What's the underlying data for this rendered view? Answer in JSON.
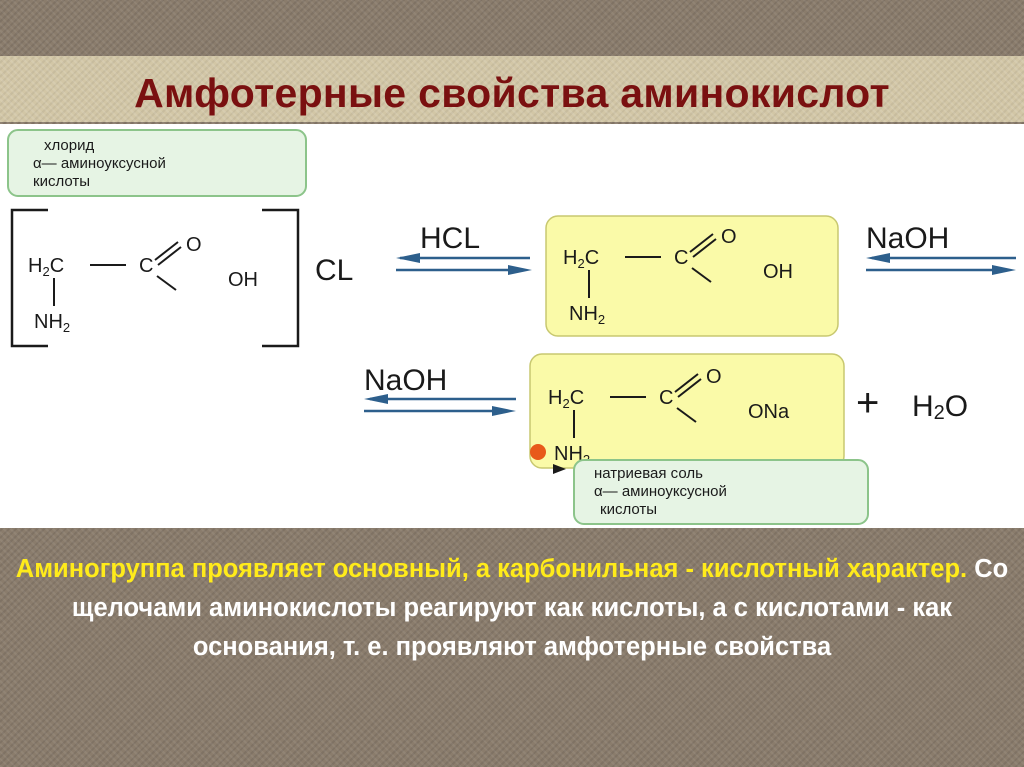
{
  "slide": {
    "title": "Амфотерные свойства аминокислот"
  },
  "diagram": {
    "label_chloride": [
      "хлорид",
      "α— аминоуксусной",
      "кислоты"
    ],
    "label_sodium_salt": [
      "натриевая соль",
      "α— аминоуксусной",
      "кислоты"
    ],
    "chloride_counter_ion": "CL",
    "reagent_hcl": "HCL",
    "reagent_naoh_top": "NaOH",
    "reagent_naoh_bottom": "NaOH",
    "product_plus": "+",
    "product_water": "H",
    "product_water_sub": "2",
    "product_water_o": "O",
    "structures": {
      "ch2": "H",
      "ch2_sub": "2",
      "ch2_c": "C",
      "carboxyl_c": "C",
      "oxygen": "O",
      "hydroxyl": "OH",
      "sodium_oxide": "ONa",
      "amine": "NH",
      "amine_sub": "2"
    },
    "colors": {
      "structure_box": "#fafaa8",
      "label_box": "#e6f4e4",
      "label_border": "#8cc48a",
      "arrow": "#2d5f8c",
      "dot": "#e85a1a"
    }
  },
  "body": {
    "highlight": "Аминогруппа проявляет основный, а карбонильная - кислотный характер.",
    "rest": " Со щелочами аминокислоты реагируют как кислоты, а с кислотами - как основания, т. е. проявляют амфотерные свойства"
  }
}
